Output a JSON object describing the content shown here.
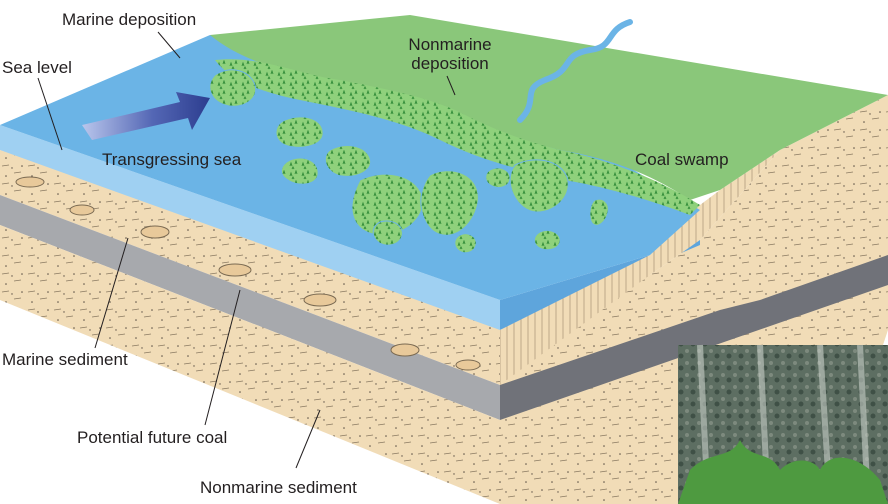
{
  "labels": {
    "marine_deposition": "Marine deposition",
    "nonmarine_deposition_line1": "Nonmarine",
    "nonmarine_deposition_line2": "deposition",
    "sea_level": "Sea level",
    "transgressing_sea": "Transgressing sea",
    "coal_swamp": "Coal swamp",
    "marine_sediment": "Marine sediment",
    "potential_future_coal": "Potential future coal",
    "nonmarine_sediment": "Nonmarine sediment"
  },
  "colors": {
    "sea": "#6bb4e6",
    "sea_front": "#9fd0f2",
    "land": "#8ac77a",
    "vegetation": "#46a043",
    "sand": "#f1dcb7",
    "coal_layer_front": "#a7a9ad",
    "coal_layer_side": "#707279",
    "arrow": "#2c3d8f",
    "text": "#231f20"
  },
  "icons": {
    "arrow": "transgression-arrow-icon",
    "photo": "swamp-photo"
  }
}
